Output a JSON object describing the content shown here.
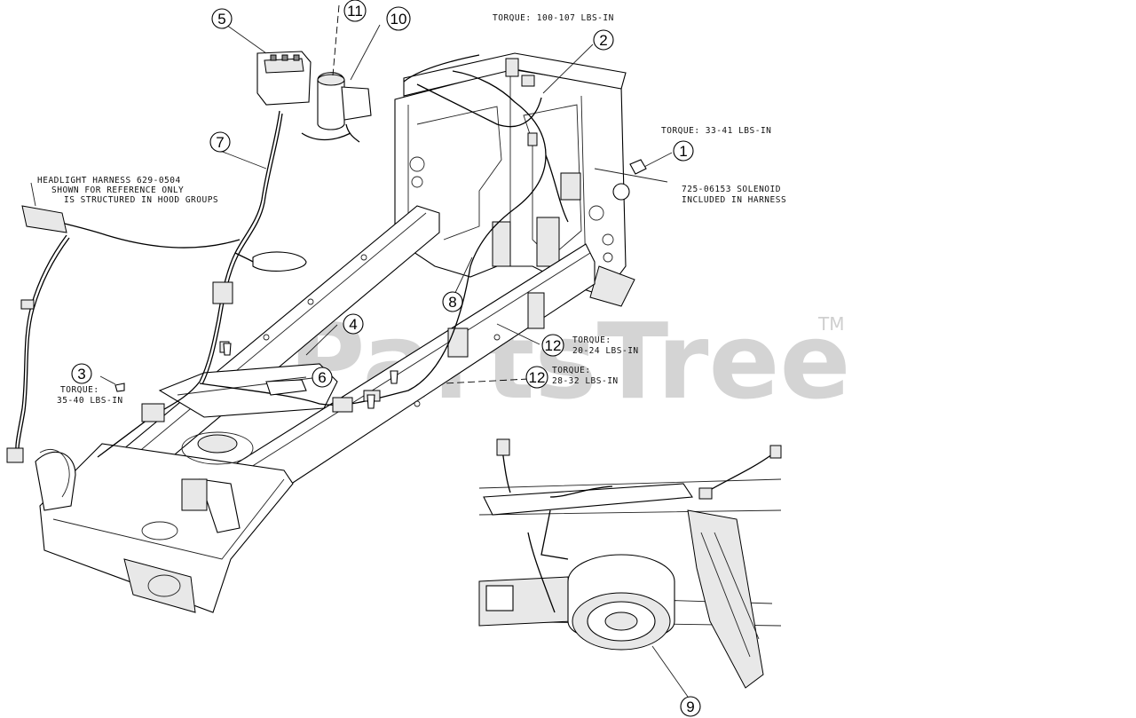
{
  "watermark": {
    "text": "PartsTree",
    "trademark": "TM"
  },
  "callouts": [
    {
      "id": "c1",
      "label": "1"
    },
    {
      "id": "c2",
      "label": "2"
    },
    {
      "id": "c3",
      "label": "3"
    },
    {
      "id": "c4",
      "label": "4"
    },
    {
      "id": "c5",
      "label": "5"
    },
    {
      "id": "c6",
      "label": "6"
    },
    {
      "id": "c7",
      "label": "7"
    },
    {
      "id": "c8",
      "label": "8"
    },
    {
      "id": "c9",
      "label": "9"
    },
    {
      "id": "c10",
      "label": "10"
    },
    {
      "id": "c11",
      "label": "11"
    },
    {
      "id": "c12a",
      "label": "12"
    },
    {
      "id": "c12b",
      "label": "12"
    }
  ],
  "notes": {
    "torque_2": "TORQUE: 100-107 LBS-IN",
    "torque_1": "TORQUE: 33-41 LBS-IN",
    "solenoid_line1": "725-06153 SOLENOID",
    "solenoid_line2": "INCLUDED IN HARNESS",
    "headlight_line1": "HEADLIGHT HARNESS 629-0504",
    "headlight_line2": "SHOWN FOR REFERENCE ONLY",
    "headlight_line3": "IS STRUCTURED IN HOOD GROUPS",
    "torque_3_line1": "TORQUE:",
    "torque_3_line2": "35-40 LBS-IN",
    "torque_12a_line1": "TORQUE:",
    "torque_12a_line2": "20-24 LBS-IN",
    "torque_12b_line1": "TORQUE:",
    "torque_12b_line2": "28-32 LBS-IN"
  }
}
